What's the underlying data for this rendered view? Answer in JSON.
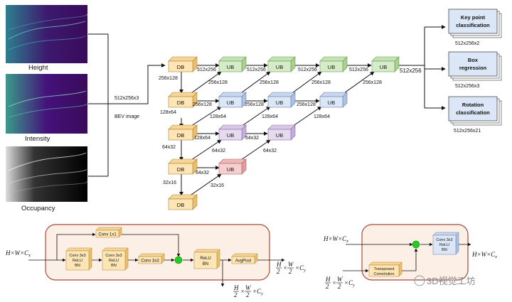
{
  "inputs": {
    "height_label": "Height",
    "intensity_label": "Intensity",
    "occupancy_label": "Occupancy",
    "input_size": "512x256x3",
    "bev_label": "BEV image"
  },
  "blocks": {
    "db": "DB",
    "ub": "UB"
  },
  "dims": {
    "d512": "512x256",
    "d256": "256x128",
    "d128": "128x64",
    "d64": "64x32",
    "d32": "32x16"
  },
  "heads": [
    {
      "title": "Key point classification",
      "size": "512x256x2"
    },
    {
      "title": "Box regression",
      "size": "512x256x3"
    },
    {
      "title": "Rotation classification",
      "size": "512x256x21"
    }
  ],
  "db_detail": {
    "input_shape": "H×W×Cx",
    "conv1x1": "Conv 1x1",
    "conv_relu_bn": "Conv 3x3 ReLU BN",
    "conv3x3": "Conv 3x3",
    "relu_bn": "ReLU BN",
    "avgpool": "AvgPool",
    "out_a": "H/2 × W/2 × Cy",
    "out_b": "H/2 × W/2 × Cy"
  },
  "ub_detail": {
    "input_shape": "H×W×Cx",
    "conv_relu_bn": "Conv 3x3 ReLU BN",
    "transposed": "Transposed Convolution",
    "skip_shape": "H/2 × W/2 × Cy",
    "out": "H×W×Cx"
  },
  "watermark": "3D视觉工坊",
  "colors": {
    "db_fill": "#fde5b6",
    "ub_green": "#d6ecc9",
    "ub_blue": "#dbe6f6",
    "ub_purple": "#e6daef",
    "ub_pink": "#f6cfcf",
    "frame_red": "#a9493d",
    "frame_fill": "#fbefe6",
    "adder_green": "#22cc22"
  }
}
